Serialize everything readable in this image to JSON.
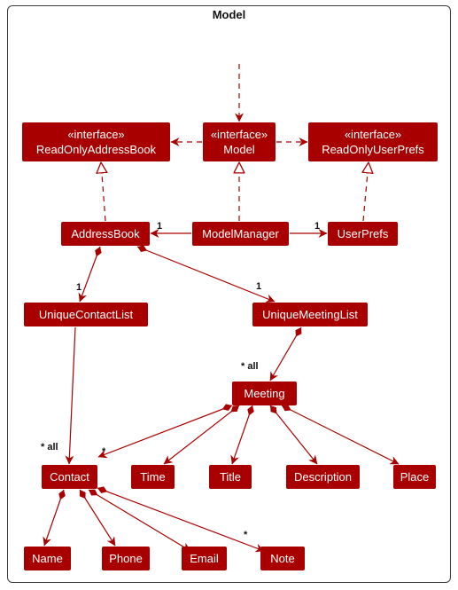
{
  "diagram": {
    "title": "Model",
    "nodes": [
      {
        "id": "readonly-addressbook",
        "lines": [
          "«interface»",
          "ReadOnlyAddressBook"
        ]
      },
      {
        "id": "model",
        "lines": [
          "«interface»",
          "Model"
        ]
      },
      {
        "id": "readonly-userprefs",
        "lines": [
          "«interface»",
          "ReadOnlyUserPrefs"
        ]
      },
      {
        "id": "addressbook",
        "lines": [
          "AddressBook"
        ]
      },
      {
        "id": "modelmanager",
        "lines": [
          "ModelManager"
        ]
      },
      {
        "id": "userprefs",
        "lines": [
          "UserPrefs"
        ]
      },
      {
        "id": "uniquecontactlist",
        "lines": [
          "UniqueContactList"
        ]
      },
      {
        "id": "uniquemeetinglist",
        "lines": [
          "UniqueMeetingList"
        ]
      },
      {
        "id": "meeting",
        "lines": [
          "Meeting"
        ]
      },
      {
        "id": "contact",
        "lines": [
          "Contact"
        ]
      },
      {
        "id": "time",
        "lines": [
          "Time"
        ]
      },
      {
        "id": "title",
        "lines": [
          "Title"
        ]
      },
      {
        "id": "description",
        "lines": [
          "Description"
        ]
      },
      {
        "id": "place",
        "lines": [
          "Place"
        ]
      },
      {
        "id": "name",
        "lines": [
          "Name"
        ]
      },
      {
        "id": "phone",
        "lines": [
          "Phone"
        ]
      },
      {
        "id": "email",
        "lines": [
          "Email"
        ]
      },
      {
        "id": "note",
        "lines": [
          "Note"
        ]
      }
    ],
    "edges": [
      {
        "from": "external",
        "to": "model",
        "kind": "dependency"
      },
      {
        "from": "model",
        "to": "readonly-addressbook",
        "kind": "dependency"
      },
      {
        "from": "model",
        "to": "readonly-userprefs",
        "kind": "dependency"
      },
      {
        "from": "addressbook",
        "to": "readonly-addressbook",
        "kind": "realization"
      },
      {
        "from": "modelmanager",
        "to": "model",
        "kind": "realization"
      },
      {
        "from": "userprefs",
        "to": "readonly-userprefs",
        "kind": "realization"
      },
      {
        "from": "modelmanager",
        "to": "addressbook",
        "kind": "association",
        "label": "1"
      },
      {
        "from": "modelmanager",
        "to": "userprefs",
        "kind": "association",
        "label": "1"
      },
      {
        "from": "addressbook",
        "to": "uniquecontactlist",
        "kind": "composition",
        "label": "1"
      },
      {
        "from": "addressbook",
        "to": "uniquemeetinglist",
        "kind": "composition",
        "label": "1"
      },
      {
        "from": "uniquemeetinglist",
        "to": "meeting",
        "kind": "composition",
        "label": "* all"
      },
      {
        "from": "uniquecontactlist",
        "to": "contact",
        "kind": "association",
        "label": "* all"
      },
      {
        "from": "meeting",
        "to": "contact",
        "kind": "composition",
        "label": "*"
      },
      {
        "from": "meeting",
        "to": "time",
        "kind": "composition"
      },
      {
        "from": "meeting",
        "to": "title",
        "kind": "composition"
      },
      {
        "from": "meeting",
        "to": "description",
        "kind": "composition"
      },
      {
        "from": "meeting",
        "to": "place",
        "kind": "composition"
      },
      {
        "from": "contact",
        "to": "name",
        "kind": "composition"
      },
      {
        "from": "contact",
        "to": "phone",
        "kind": "composition"
      },
      {
        "from": "contact",
        "to": "email",
        "kind": "composition"
      },
      {
        "from": "contact",
        "to": "note",
        "kind": "composition",
        "label": "*"
      }
    ]
  }
}
